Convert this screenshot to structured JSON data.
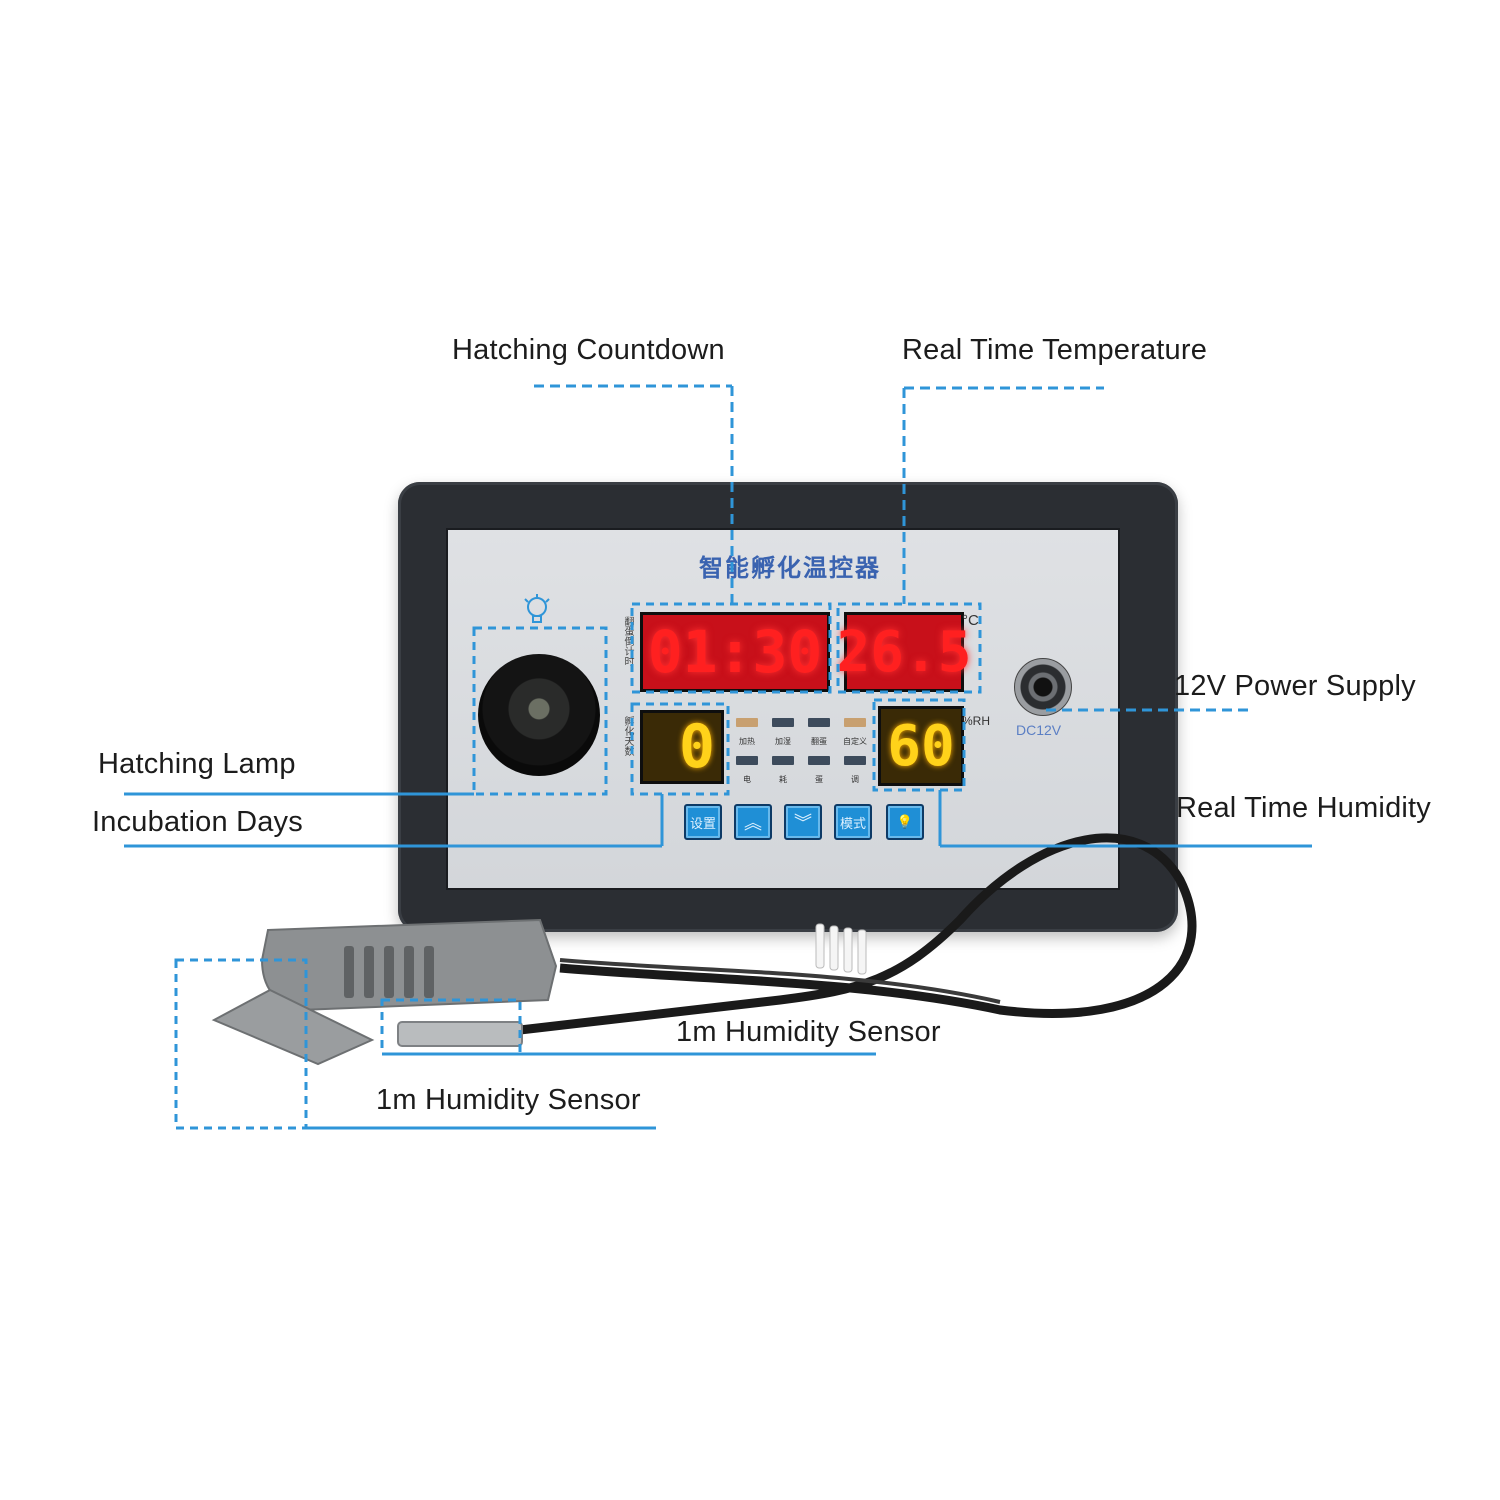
{
  "callouts": {
    "hatching_countdown": "Hatching Countdown",
    "real_time_temperature": "Real Time Temperature",
    "power_supply": "12V Power Supply",
    "hatching_lamp": "Hatching Lamp",
    "incubation_days": "Incubation Days",
    "real_time_humidity": "Real Time Humidity",
    "humidity_sensor_1": "1m Humidity Sensor",
    "humidity_sensor_2": "1m Humidity Sensor"
  },
  "device": {
    "title": "智能孵化温控器",
    "countdown_display": "01:30",
    "countdown_side_label": "翻蛋倒计时",
    "temperature_display": "26.5",
    "temperature_unit": "°C",
    "days_display": "0",
    "days_side_label": "孵化天数",
    "humidity_display": "60",
    "humidity_unit": "%RH",
    "power_jack_label": "DC12V",
    "indicator_top": [
      "加热",
      "加湿",
      "翻蛋",
      "自定义"
    ],
    "indicator_bottom": [
      "电",
      "耗",
      "蛋",
      "调"
    ],
    "buttons": [
      "设置",
      "︽",
      "︾",
      "模式",
      "💡"
    ]
  },
  "colors": {
    "callout_line": "#2f95d8",
    "led_red": "#ff2020",
    "led_yellow": "#ffd21a",
    "button_blue": "#1f8fd6"
  }
}
